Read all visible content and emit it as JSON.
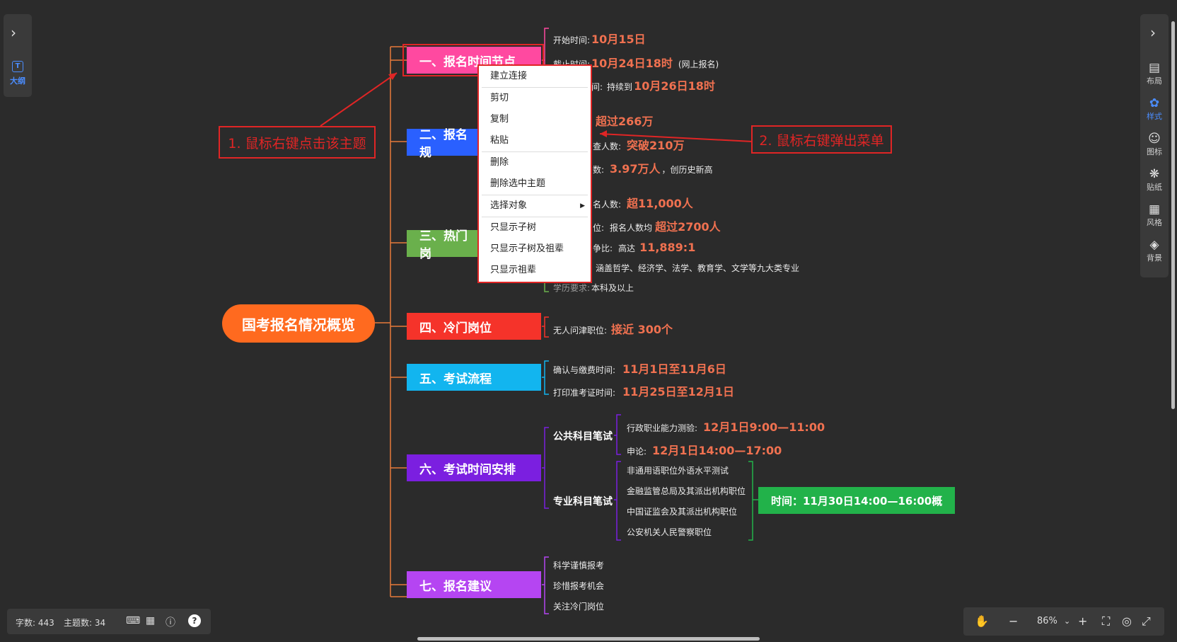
{
  "left_panel": {
    "outline_label": "大纲"
  },
  "right_panel": {
    "items": [
      {
        "label": "布局",
        "icon": "layout-icon"
      },
      {
        "label": "样式",
        "icon": "palette-icon"
      },
      {
        "label": "图标",
        "icon": "smiley-icon"
      },
      {
        "label": "贴纸",
        "icon": "sticker-icon"
      },
      {
        "label": "风格",
        "icon": "grid-icon"
      },
      {
        "label": "背景",
        "icon": "layers-icon"
      }
    ]
  },
  "mindmap": {
    "root": "国考报名情况概览",
    "topics": [
      {
        "title": "一、报名时间节点",
        "color": "#ff49a0"
      },
      {
        "title": "二、报名规",
        "color": "#2a60ff"
      },
      {
        "title": "三、热门岗",
        "color": "#6ab04c"
      },
      {
        "title": "四、冷门岗位",
        "color": "#f5332a"
      },
      {
        "title": "五、考试流程",
        "color": "#12b5ef"
      },
      {
        "title": "六、考试时间安排",
        "color": "#7b1fe0"
      },
      {
        "title": "七、报名建议",
        "color": "#b545f2"
      }
    ],
    "t1": {
      "a_label": "开始时间:",
      "a_val": "10月15日",
      "b_label": "截止时间:",
      "b_val": "10月24日18时",
      "b_note": "(网上报名)",
      "c_label": "间:",
      "c_pre": "持续到",
      "c_val": "10月26日18时"
    },
    "t2": {
      "a_val": "超过266万",
      "b_label": "查人数:",
      "b_val": "突破210万",
      "c_label": "数:",
      "c_val": "3.97万人",
      "c_note": "，创历史新高"
    },
    "t3": {
      "a_label": "名人数:",
      "a_val": "超11,000人",
      "b_label": "位:",
      "b_pre": "报名人数均",
      "b_val": "超过2700人",
      "c_label": "争比:",
      "c_pre": "高达",
      "c_val": "11,889:1",
      "d_text": "涵盖哲学、经济学、法学、教育学、文学等九大类专业",
      "e_label": "学历要求:",
      "e_text": "本科及以上"
    },
    "t4": {
      "a_label": "无人问津职位:",
      "a_val": "接近 300个"
    },
    "t5": {
      "a_label": "确认与缴费时间:",
      "a_val": "11月1日至11月6日",
      "b_label": "打印准考证时间:",
      "b_val": "11月25日至12月1日"
    },
    "t6": {
      "public_title": "公共科目笔试",
      "public_a_label": "行政职业能力测验:",
      "public_a_val": "12月1日9:00—11:00",
      "public_b_label": "申论:",
      "public_b_val": "12月1日14:00—17:00",
      "pro_title": "专业科目笔试",
      "pro_items": [
        "非通用语职位外语水平测试",
        "金融监管总局及其派出机构职位",
        "中国证监会及其派出机构职位",
        "公安机关人民警察职位"
      ],
      "pro_time": "时间：11月30日14:00—16:00概"
    },
    "t7": {
      "items": [
        "科学谨慎报考",
        "珍惜报考机会",
        "关注冷门岗位"
      ]
    }
  },
  "context_menu": {
    "items": [
      "建立连接",
      "剪切",
      "复制",
      "粘贴",
      "删除",
      "删除选中主题",
      "选择对象",
      "只显示子树",
      "只显示子树及祖辈",
      "只显示祖辈"
    ]
  },
  "annotations": {
    "a1": "1. 鼠标右键点击该主题",
    "a2": "2. 鼠标右键弹出菜单",
    "color": "#e02525"
  },
  "status_bar": {
    "words": "字数: 443",
    "topics": "主题数: 34"
  },
  "zoom": {
    "level": "86%"
  }
}
